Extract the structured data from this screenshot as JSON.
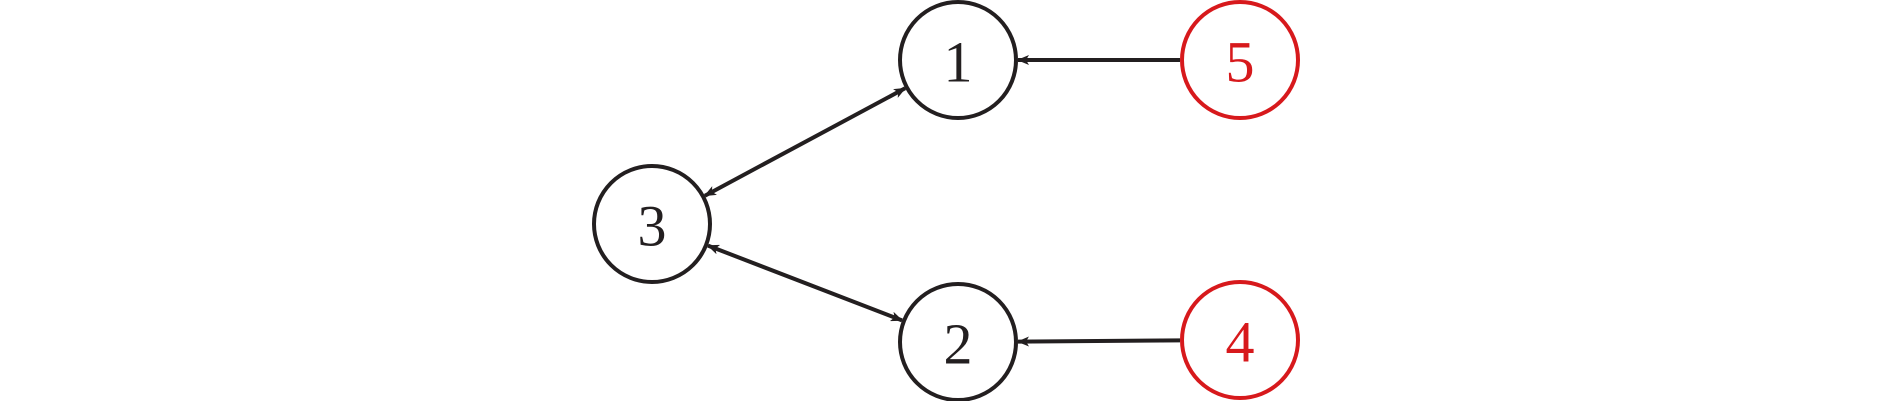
{
  "diagram": {
    "colors": {
      "edge": "#231f20",
      "node_default": "#231f20",
      "node_highlight": "#d7191c"
    },
    "nodes": [
      {
        "id": "1",
        "label": "1",
        "highlight": false
      },
      {
        "id": "2",
        "label": "2",
        "highlight": false
      },
      {
        "id": "3",
        "label": "3",
        "highlight": false
      },
      {
        "id": "4",
        "label": "4",
        "highlight": true
      },
      {
        "id": "5",
        "label": "5",
        "highlight": true
      }
    ],
    "edges": [
      {
        "from": "5",
        "to": "1",
        "arrow_start": false,
        "arrow_end": true
      },
      {
        "from": "4",
        "to": "2",
        "arrow_start": false,
        "arrow_end": true
      },
      {
        "from": "3",
        "to": "1",
        "arrow_start": true,
        "arrow_end": true
      },
      {
        "from": "3",
        "to": "2",
        "arrow_start": true,
        "arrow_end": true
      }
    ]
  }
}
